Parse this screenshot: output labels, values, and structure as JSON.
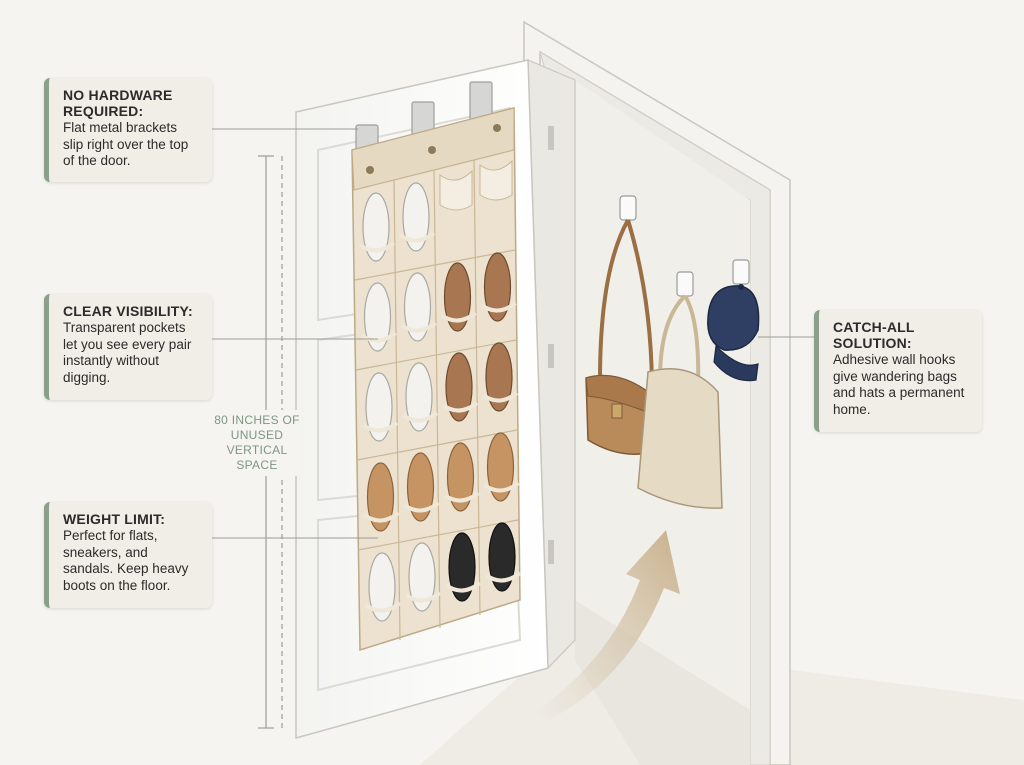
{
  "callouts": {
    "hardware": {
      "title": "NO HARDWARE REQUIRED:",
      "body": "Flat metal brackets slip right over the top of the door."
    },
    "visibility": {
      "title": "CLEAR VISIBILITY:",
      "body": "Transparent pockets let you see every pair instantly without digging."
    },
    "weight": {
      "title": "WEIGHT LIMIT:",
      "body": "Perfect for flats, sneakers, and sandals. Keep heavy boots on the floor."
    },
    "catchall": {
      "title": "CATCH-ALL SOLUTION:",
      "body": "Adhesive wall hooks give wandering bags and hats a permanent home."
    }
  },
  "dimension_label": "80 INCHES OF UNUSED VERTICAL SPACE",
  "colors": {
    "accent": "#8aa08b",
    "callout_bg": "#f1eee7",
    "label_green": "#7e9682",
    "organizer": "#ece2cf",
    "door": "#fbfbf9",
    "tan_leather": "#b98a5a",
    "navy_cap": "#2e3f63"
  },
  "icons": [
    "bracket-icon",
    "shoe-icon",
    "sandal-icon",
    "handbag-icon",
    "tote-bag-icon",
    "cap-icon",
    "wall-hook-icon",
    "curved-arrow-icon"
  ]
}
